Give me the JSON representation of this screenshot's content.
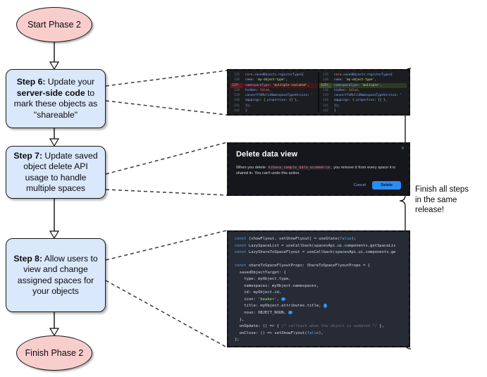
{
  "flow": {
    "start": {
      "label": "Start Phase 2"
    },
    "finish": {
      "label": "Finish Phase 2"
    },
    "steps": [
      {
        "id": "step6",
        "prefix": "Step 6:",
        "text": " Update your ",
        "strong": "server-side code",
        "text2": " to mark these objects as \"shareable\""
      },
      {
        "id": "step7",
        "prefix": "Step 7:",
        "text": " Update saved object delete API usage to handle multiple spaces",
        "strong": "",
        "text2": ""
      },
      {
        "id": "step8",
        "prefix": "Step 8:",
        "text": " Allow users to view and change assigned spaces for your objects",
        "strong": "",
        "text2": ""
      }
    ]
  },
  "annotation": {
    "line1": "Finish all steps",
    "line2": "in the same",
    "line3": "release!"
  },
  "diff": {
    "left": [
      {
        "num": "135",
        "marker": "",
        "type": "ctx",
        "code": "core.savedObjects.registerType({"
      },
      {
        "num": "136",
        "marker": "",
        "type": "ctx",
        "code": "  name: 'my-object-type',"
      },
      {
        "num": "137",
        "marker": "-",
        "type": "del",
        "code": "  namespaceType: 'multiple-isolated',"
      },
      {
        "num": "138",
        "marker": "",
        "type": "ctx",
        "code": "  hidden: false,"
      },
      {
        "num": "139",
        "marker": "",
        "type": "ctx",
        "code": "  convertToMultiNamespaceTypeVersion: '"
      },
      {
        "num": "140",
        "marker": "",
        "type": "ctx",
        "code": "  mappings: { properties: {} },"
      },
      {
        "num": "141",
        "marker": "",
        "type": "ctx",
        "code": "});"
      },
      {
        "num": "142",
        "marker": "",
        "type": "ctx",
        "code": "}"
      }
    ],
    "right": [
      {
        "num": "135",
        "marker": "",
        "type": "ctx",
        "code": "core.savedObjects.registerType({"
      },
      {
        "num": "136",
        "marker": "",
        "type": "ctx",
        "code": "  name: 'my-object-type',"
      },
      {
        "num": "137",
        "marker": "+",
        "type": "add",
        "code": "  namespaceType: 'multiple',"
      },
      {
        "num": "138",
        "marker": "",
        "type": "ctx",
        "code": "  hidden: false,"
      },
      {
        "num": "139",
        "marker": "",
        "type": "ctx",
        "code": "  convertToMultiNamespaceTypeVersion: '"
      },
      {
        "num": "140",
        "marker": "",
        "type": "ctx",
        "code": "  mappings: { properties: {} },"
      },
      {
        "num": "141",
        "marker": "",
        "type": "ctx",
        "code": "});"
      },
      {
        "num": "142",
        "marker": "",
        "type": "ctx",
        "code": "}"
      }
    ]
  },
  "modal": {
    "title": "Delete data view",
    "body_before": "When you delete",
    "body_code": "kibana_sample_data_ecommerce",
    "body_after": ", you remove it from every space it is shared in. You can't undo this action.",
    "cancel_label": "Cancel",
    "delete_label": "Delete",
    "close_icon": "close-icon"
  },
  "code_snippet": {
    "lines": [
      "const [showFlyout, setShowFlyout] = useState(false);",
      "const LazySpaceList = useCallback(spacesApi.ui.components.getSpaceLis",
      "const LazyShareToSpaceFlyout = useCallback(spacesApi.ui.components.ge",
      "",
      "const shareToSpaceFlyoutProps: ShareToSpaceFlyoutProps = {",
      "  savedObjectTarget: {",
      "    type: myObject.type,",
      "    namespaces: myObject.namespaces,",
      "    id: myObject.id,",
      "    icon: 'beaker',",
      "    title: myObject.attributes.title,",
      "    noun: OBJECT_NOUN,",
      "  },",
      "  onUpdate: () => { /* callback when the object is updated */ },",
      "  onClose: () => setShowFlyout(false),",
      "};"
    ]
  },
  "colors": {
    "ellipse_fill": "#f8cecc",
    "box_fill": "#dae8fc",
    "stroke": "#181818",
    "accent_blue": "#2a8df2"
  }
}
